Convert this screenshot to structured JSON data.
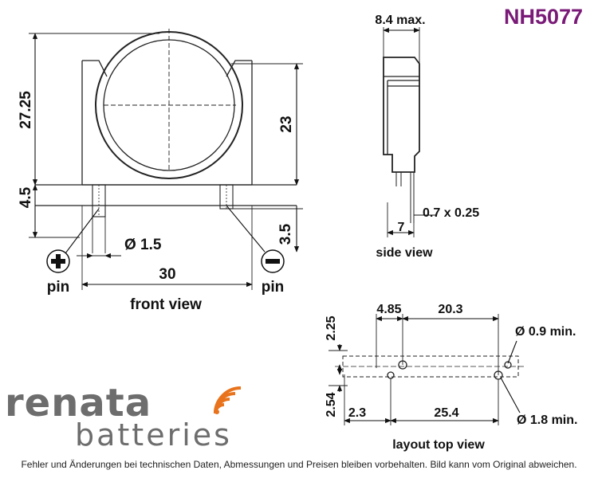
{
  "model": "NH5077",
  "front_view": {
    "caption": "front view",
    "dim_height_total": "27.25",
    "dim_height_body": "23",
    "dim_pin_height": "4.5",
    "dim_pin_drop": "3.5",
    "dim_pin_diameter": "Ø 1.5",
    "dim_width": "30",
    "pin_positive_label": "pin",
    "pin_negative_label": "pin"
  },
  "side_view": {
    "caption": "side view",
    "dim_thickness": "8.4 max.",
    "dim_pin_section": "0.7 x 0.25",
    "dim_pin_offset": "7"
  },
  "layout_top_view": {
    "caption": "layout top view",
    "dim_a": "4.85",
    "dim_b": "20.3",
    "dim_c": "2.25",
    "dim_d": "2.54",
    "dim_e": "2.3",
    "dim_f": "25.4",
    "hole_small": "Ø 0.9 min.",
    "hole_large": "Ø 1.8 min."
  },
  "logo": {
    "word": "renata",
    "sub": "batteries",
    "accent_color": "#e8731c"
  },
  "disclaimer": "Fehler und Änderungen bei technischen Daten, Abmessungen und Preisen bleiben vorbehalten. Bild kann vom Original abweichen."
}
